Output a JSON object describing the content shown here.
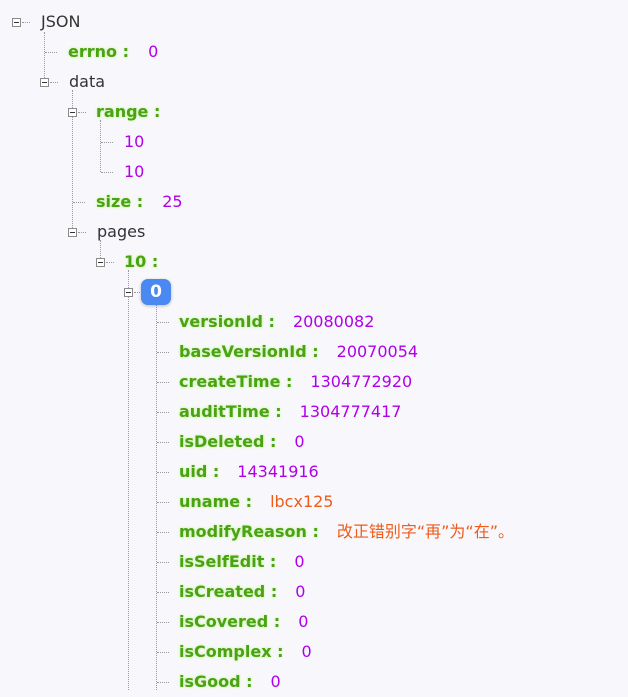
{
  "root": {
    "label": "JSON"
  },
  "errno": {
    "key": "errno :",
    "value": "0"
  },
  "data": {
    "label": "data"
  },
  "range": {
    "key": "range :",
    "values": [
      "10",
      "10"
    ]
  },
  "size": {
    "key": "size :",
    "value": "25"
  },
  "pages": {
    "label": "pages"
  },
  "page_10": {
    "key": "10 :"
  },
  "index_badge": {
    "label": "0",
    "color": "#4a88f2"
  },
  "fields": [
    {
      "key": "versionId :",
      "value": "20080082",
      "type": "number"
    },
    {
      "key": "baseVersionId :",
      "value": "20070054",
      "type": "number"
    },
    {
      "key": "createTime :",
      "value": "1304772920",
      "type": "number"
    },
    {
      "key": "auditTime :",
      "value": "1304777417",
      "type": "number"
    },
    {
      "key": "isDeleted :",
      "value": "0",
      "type": "number"
    },
    {
      "key": "uid :",
      "value": "14341916",
      "type": "number"
    },
    {
      "key": "uname :",
      "value": "lbcx125",
      "type": "string"
    },
    {
      "key": "modifyReason :",
      "value": "改正错别字“再”为“在”。",
      "type": "string"
    },
    {
      "key": "isSelfEdit :",
      "value": "0",
      "type": "number"
    },
    {
      "key": "isCreated :",
      "value": "0",
      "type": "number"
    },
    {
      "key": "isCovered :",
      "value": "0",
      "type": "number"
    },
    {
      "key": "isComplex :",
      "value": "0",
      "type": "number"
    },
    {
      "key": "isGood :",
      "value": "0",
      "type": "number"
    }
  ],
  "colors": {
    "key": "#4aa312",
    "number": "#b000e8",
    "string": "#ee5b1a",
    "background": "#f8f8fc"
  }
}
